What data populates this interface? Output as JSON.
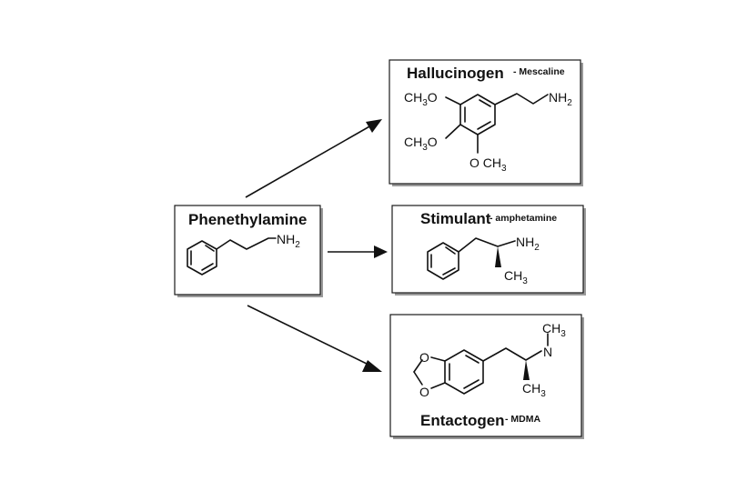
{
  "source": {
    "title": "Phenethylamine",
    "amine": {
      "main": "NH",
      "sub": "2"
    }
  },
  "hallucinogen": {
    "title": "Hallucinogen",
    "subtitle": "- Mescaline",
    "amine": {
      "main": "NH",
      "sub": "2"
    },
    "methoxy_1": {
      "a": "CH",
      "sub": "3",
      "b": "O"
    },
    "methoxy_2": {
      "a": "CH",
      "sub": "3",
      "b": "O"
    },
    "methoxy_3": {
      "a": "O CH",
      "sub": "3"
    }
  },
  "stimulant": {
    "title": "Stimulant",
    "subtitle": "- amphetamine",
    "amine": {
      "main": "NH",
      "sub": "2"
    },
    "methyl": {
      "main": "CH",
      "sub": "3"
    }
  },
  "entactogen": {
    "title": "Entactogen",
    "subtitle": "- MDMA",
    "n_methyl": {
      "main": "CH",
      "sub": "3"
    },
    "nitrogen": "N",
    "methyl": {
      "main": "CH",
      "sub": "3"
    },
    "oxygen_top": "O",
    "oxygen_bottom": "O"
  },
  "colors": {
    "line": "#111111",
    "box_border": "#1a1a1a",
    "shadow": "#9a9a9a"
  }
}
